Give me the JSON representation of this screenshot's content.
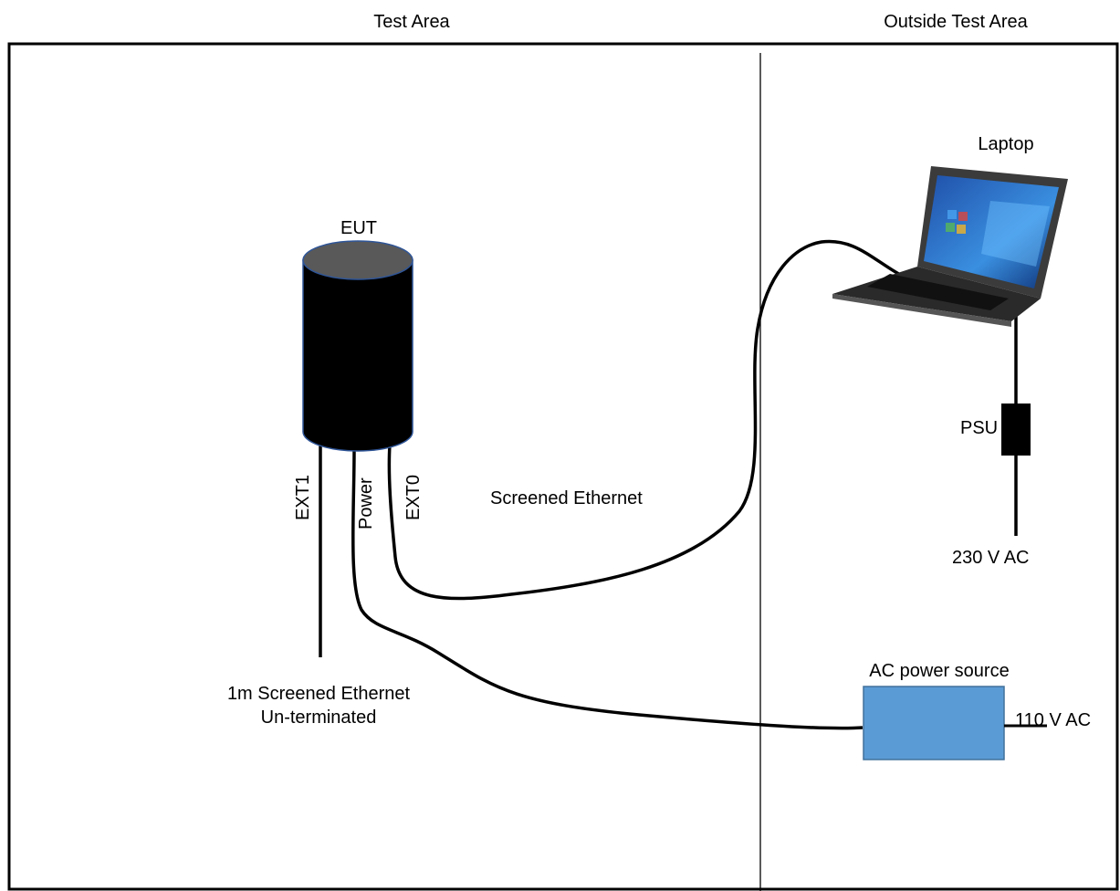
{
  "regions": {
    "test_area": "Test Area",
    "outside_test_area": "Outside Test Area"
  },
  "devices": {
    "eut": "EUT",
    "laptop": "Laptop",
    "psu": "PSU",
    "ac_source": "AC power source"
  },
  "ports": {
    "ext1": "EXT1",
    "power": "Power",
    "ext0": "EXT0"
  },
  "cables": {
    "screened_ethernet": "Screened Ethernet",
    "unterminated_line1": "1m Screened Ethernet",
    "unterminated_line2": "Un-terminated"
  },
  "supplies": {
    "v230": "230 V AC",
    "v110": "110 V AC"
  },
  "colors": {
    "eut_body": "#000000",
    "eut_top": "#595959",
    "eut_outline": "#2f5597",
    "ac_source_fill": "#5b9bd5",
    "ac_source_outline": "#41719c"
  }
}
